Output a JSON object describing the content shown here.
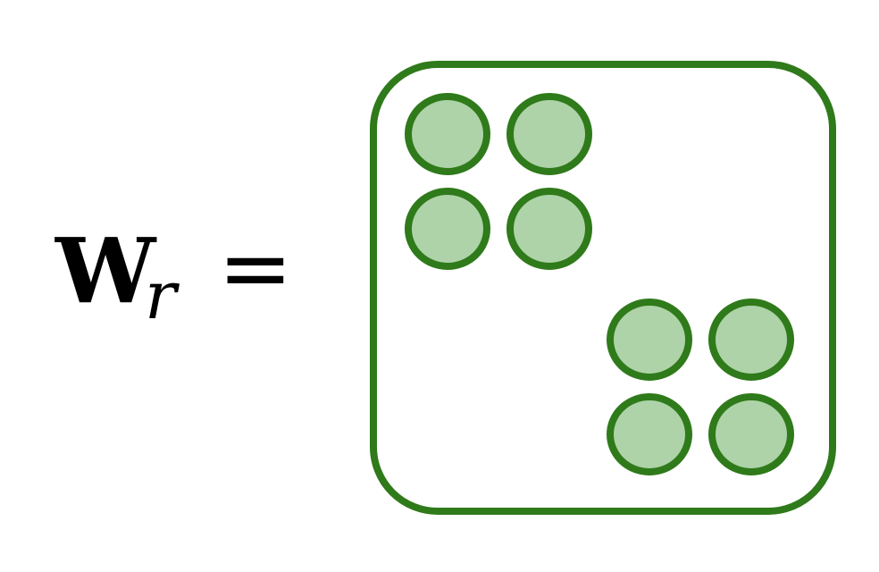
{
  "equation": {
    "symbol": "W",
    "subscript": "r",
    "sign": "="
  },
  "matrix": {
    "blocks": [
      {
        "rows": 2,
        "cols": 2
      },
      {
        "rows": 2,
        "cols": 2
      }
    ]
  },
  "colors": {
    "outline": "#2f7a1a",
    "fill": "#aed3a8",
    "text": "#000000"
  }
}
